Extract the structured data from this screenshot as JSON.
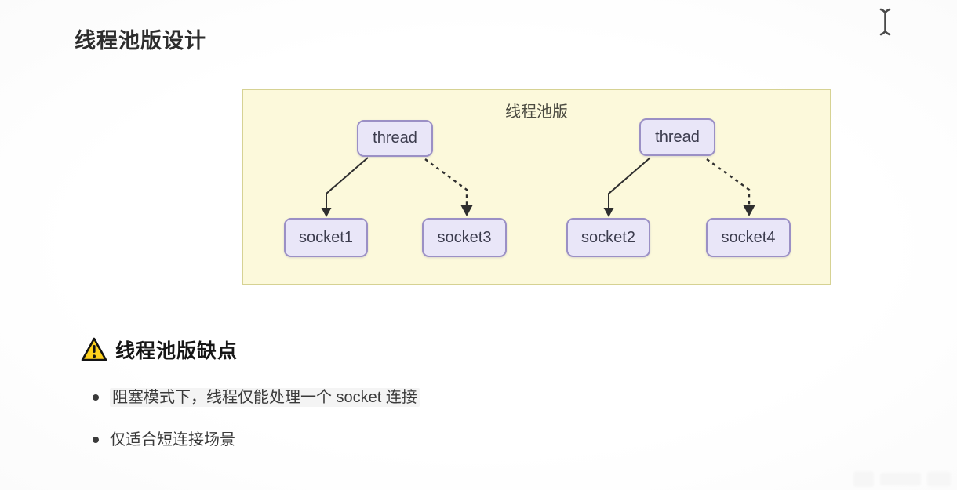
{
  "page": {
    "title": "线程池版设计"
  },
  "diagram": {
    "title": "线程池版",
    "nodes": [
      {
        "id": "thread1",
        "label": "thread"
      },
      {
        "id": "thread2",
        "label": "thread"
      },
      {
        "id": "socket1",
        "label": "socket1"
      },
      {
        "id": "socket3",
        "label": "socket3"
      },
      {
        "id": "socket2",
        "label": "socket2"
      },
      {
        "id": "socket4",
        "label": "socket4"
      }
    ],
    "edges": [
      {
        "from": "thread1",
        "to": "socket1",
        "style": "solid"
      },
      {
        "from": "thread1",
        "to": "socket3",
        "style": "dashed"
      },
      {
        "from": "thread2",
        "to": "socket2",
        "style": "solid"
      },
      {
        "from": "thread2",
        "to": "socket4",
        "style": "dashed"
      }
    ],
    "colors": {
      "container_bg": "#fcf9db",
      "container_border": "#d6d293",
      "node_bg": "#e9e6f8",
      "node_border": "#9b90c5",
      "arrow": "#2f2f2f"
    }
  },
  "warning": {
    "heading": "线程池版缺点",
    "icon": "warning-triangle-icon",
    "icon_color": "#ffd21e",
    "bullets": [
      "阻塞模式下，线程仅能处理一个 socket 连接",
      "仅适合短连接场景"
    ]
  },
  "cursor": {
    "type": "text-ibeam"
  }
}
